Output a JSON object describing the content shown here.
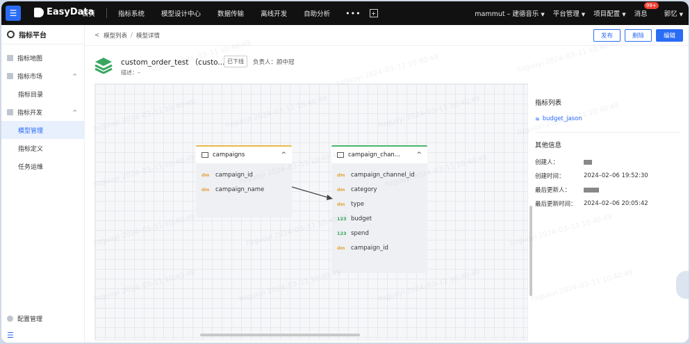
{
  "topbar": {
    "logo": "EasyData",
    "nav": [
      "首页",
      "指标系统",
      "模型设计中心",
      "数据传输",
      "离线开发",
      "自助分析"
    ],
    "dots": "•••",
    "expand": "+",
    "project": "mammut – 建德音乐",
    "platform": "平台管理",
    "project_config": "项目配置",
    "messages": "消息",
    "msg_badge": "99+",
    "user": "郭忆"
  },
  "sidebar": {
    "title": "指标平台",
    "items": [
      {
        "label": "指标地图"
      },
      {
        "label": "指标市场"
      },
      {
        "label": "指标目录"
      },
      {
        "label": "指标开发"
      },
      {
        "label": "模型管理"
      },
      {
        "label": "指标定义"
      },
      {
        "label": "任务运维"
      }
    ],
    "config": "配置管理"
  },
  "breadcrumb": {
    "back": "<",
    "list": "模型列表",
    "sep": "/",
    "detail": "模型详情"
  },
  "actions": {
    "publish": "发布",
    "delete": "删除",
    "edit": "编辑"
  },
  "model": {
    "name": "custom_order_test （custo...",
    "status": "已下线",
    "owner": "负责人：颜中冠",
    "desc": "描述：–"
  },
  "tables": {
    "left": {
      "name": "campaigns",
      "accent": "#e9b949",
      "fields": [
        {
          "type": "dm",
          "name": "campaign_id"
        },
        {
          "type": "dm",
          "name": "campaign_name"
        }
      ]
    },
    "right": {
      "name": "campaign_chan...",
      "accent": "#48b56a",
      "fields": [
        {
          "type": "dm",
          "name": "campaign_channel_id"
        },
        {
          "type": "dm",
          "name": "category"
        },
        {
          "type": "dm",
          "name": "type"
        },
        {
          "type": "123",
          "name": "budget"
        },
        {
          "type": "123",
          "name": "spend"
        },
        {
          "type": "dm",
          "name": "campaign_id"
        }
      ]
    }
  },
  "right_panel": {
    "metrics_title": "指标列表",
    "metric_link": "budget_jason",
    "other_title": "其他信息",
    "rows": [
      {
        "key": "创建人：",
        "value": ""
      },
      {
        "key": "创建时间：",
        "value": "2024–02–06 19:52:30"
      },
      {
        "key": "最后更新人：",
        "value": ""
      },
      {
        "key": "最后更新时间：",
        "value": "2024–02–06 20:05:42"
      }
    ]
  },
  "watermark": "hzguoyi 2024–03–11 10:40:49"
}
